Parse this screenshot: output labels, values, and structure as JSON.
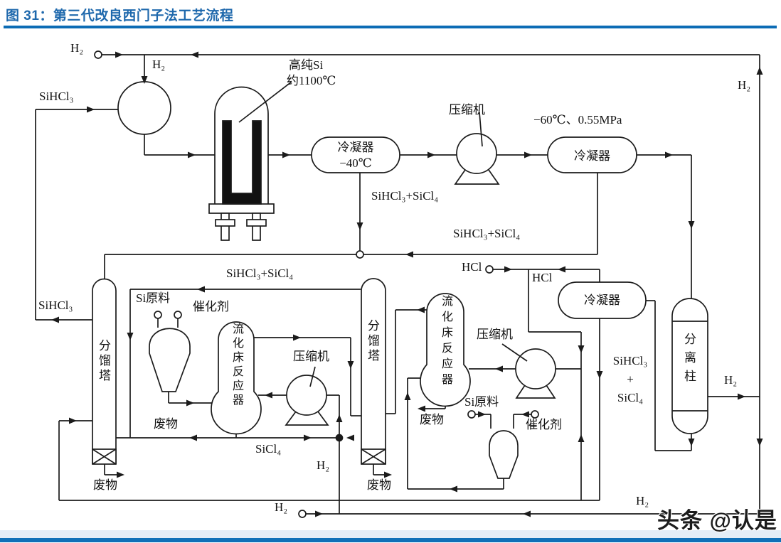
{
  "title": {
    "text": "图 31：第三代改良西门子法工艺流程"
  },
  "watermark": {
    "text": "头条 @认是"
  },
  "colors": {
    "title_blue": "#1e68ac",
    "rule_blue": "#0c6cb5",
    "line": "#1b1b1b",
    "bottom_band": "#e3edf7"
  },
  "equipment": {
    "mixer": {
      "type": "mixing-circle"
    },
    "cvd_reactor": {
      "label_line1": "高纯Si",
      "label_line2": "约1100℃"
    },
    "condenser_40": {
      "name": "冷凝器",
      "temp": "−40℃"
    },
    "compressor_top": {
      "name": "压缩机"
    },
    "condenser_60": {
      "name": "冷凝器",
      "condition": "−60℃、0.55MPa"
    },
    "hcl_condenser": {
      "name": "冷凝器"
    },
    "separation_column": {
      "name": "分离柱"
    },
    "tower1": {
      "name": "分馏塔"
    },
    "tower2": {
      "name": "分馏塔"
    },
    "fbr1": {
      "name": "流化床反应器"
    },
    "fbr2": {
      "name": "流化床反应器"
    },
    "compressor1": {
      "name": "压缩机"
    },
    "compressor2": {
      "name": "压缩机"
    },
    "hopper1": {
      "si": "Si原料",
      "catalyst": "催化剂"
    },
    "hopper2": {
      "si": "Si原料",
      "catalyst": "催化剂"
    }
  },
  "streams": {
    "h2_feed_top": "H₂",
    "h2_to_mixer": "H₂",
    "sihcl3_feed": "SiHCl₃",
    "h2_top_right": "H₂",
    "mix_below_cond40": "SiHCl₃+SiCl₄",
    "mix_return_line": "SiHCl₃+SiCl₄",
    "mix_to_tower1": "SiHCl₃+SiCl₄",
    "hcl_port": "HCl",
    "hcl_branch": "HCl",
    "h2_column_out": "H₂",
    "mix_stack_line1": "SiHCl₃",
    "mix_stack_line2": "+",
    "mix_stack_line3": "SiCl₄",
    "sihcl3_recycle": "SiHCl₃",
    "waste_mid": "废物",
    "waste_tower1": "废物",
    "waste_tower2": "废物",
    "waste_fbr2": "废物",
    "sicl4_line": "SiCl₄",
    "h2_to_compressor1": "H₂",
    "h2_port_bottom": "H₂",
    "h2_bottom_right": "H₂"
  }
}
